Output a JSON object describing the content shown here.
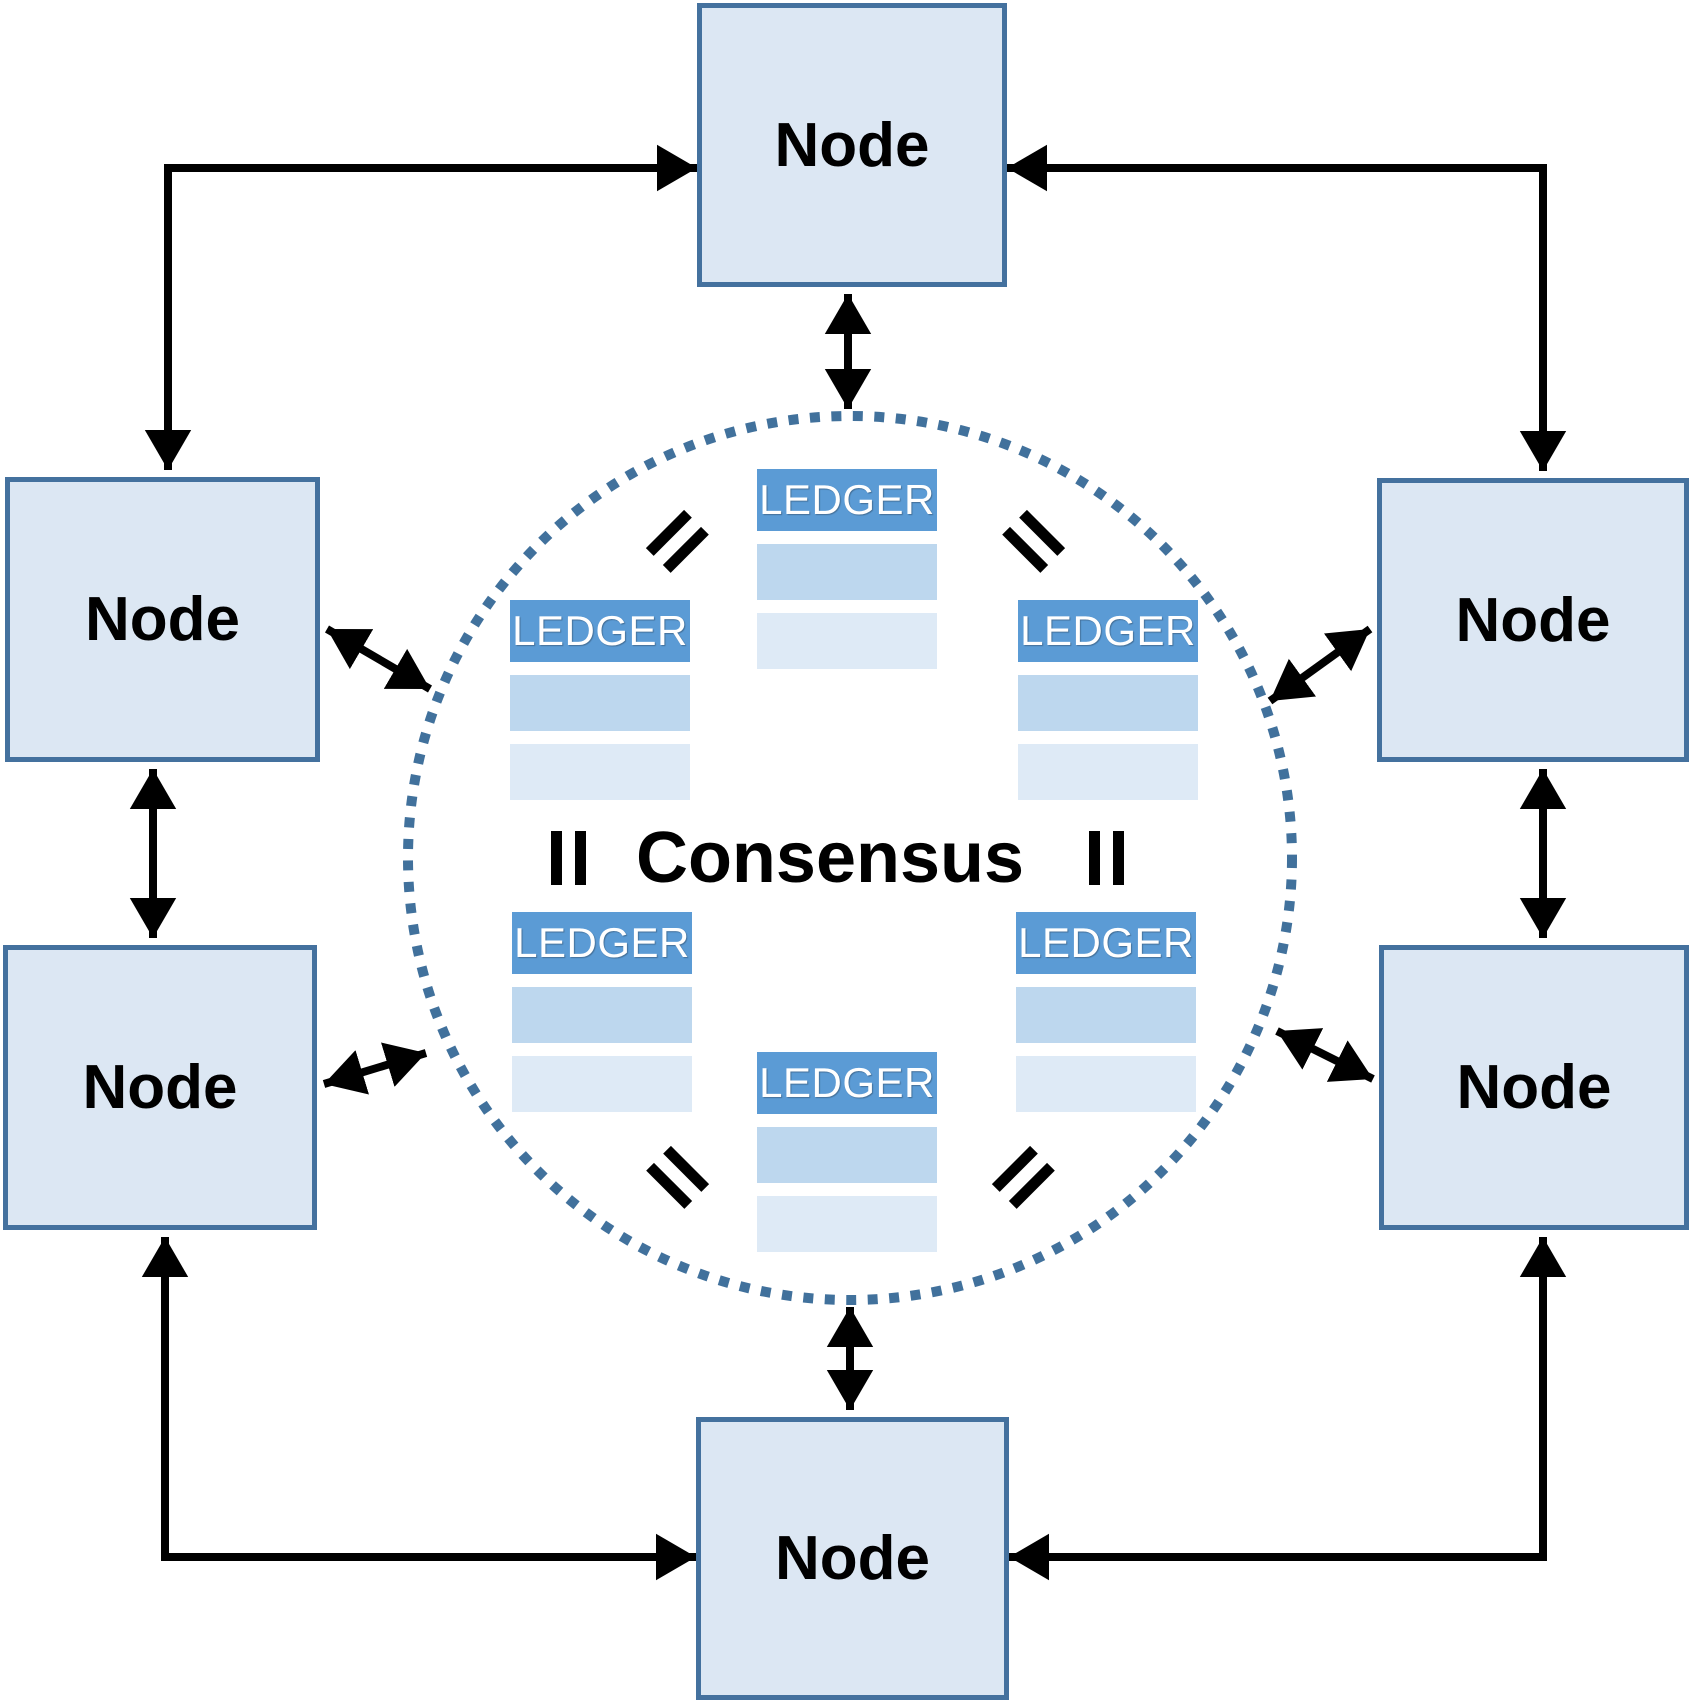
{
  "diagram": {
    "consensus_label": "Consensus",
    "nodes": [
      {
        "id": "top",
        "label": "Node"
      },
      {
        "id": "upper-left",
        "label": "Node"
      },
      {
        "id": "upper-right",
        "label": "Node"
      },
      {
        "id": "lower-left",
        "label": "Node"
      },
      {
        "id": "lower-right",
        "label": "Node"
      },
      {
        "id": "bottom",
        "label": "Node"
      }
    ],
    "ledgers": [
      {
        "id": "top-center",
        "label": "LEDGER"
      },
      {
        "id": "mid-left",
        "label": "LEDGER"
      },
      {
        "id": "mid-right",
        "label": "LEDGER"
      },
      {
        "id": "lower-left",
        "label": "LEDGER"
      },
      {
        "id": "lower-right",
        "label": "LEDGER"
      },
      {
        "id": "bottom-center",
        "label": "LEDGER"
      }
    ],
    "icons": {
      "equals": "rotated-equals-double-bar",
      "arrows": "double-headed-black-arrows",
      "boundary": "dotted-circle"
    },
    "colors": {
      "node_fill": "#dce7f3",
      "node_border": "#44719e",
      "ledger_header": "#5b9bd5",
      "ledger_row_medium": "#bdd7ee",
      "ledger_row_light": "#deeaf6",
      "circle_dots": "#41719c",
      "arrow": "#000000",
      "text": "#000000",
      "ledger_text": "#ffffff"
    }
  }
}
